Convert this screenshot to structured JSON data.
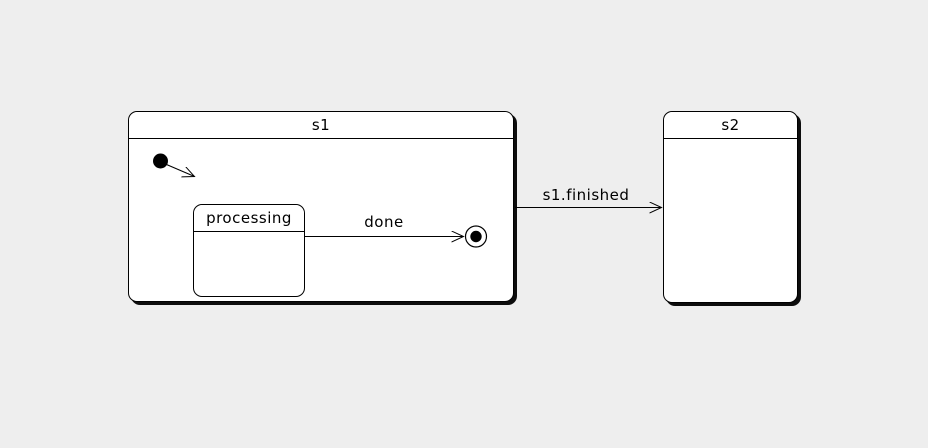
{
  "canvas": {
    "background_color": "#eeeeee"
  },
  "diagram": {
    "type": "uml-state-machine",
    "states": {
      "s1": {
        "label": "s1",
        "kind": "composite"
      },
      "processing": {
        "label": "processing",
        "kind": "simple",
        "parent": "s1"
      },
      "s2": {
        "label": "s2",
        "kind": "simple"
      }
    },
    "pseudostates": {
      "initial": {
        "kind": "initial",
        "parent": "s1"
      },
      "final": {
        "kind": "final",
        "parent": "s1"
      }
    },
    "transitions": {
      "initial_to_processing": {
        "from": "initial",
        "to": "processing",
        "label": ""
      },
      "processing_to_final": {
        "from": "processing",
        "to": "final",
        "label": "done"
      },
      "s1_to_s2": {
        "from": "s1",
        "to": "s2",
        "label": "s1.finished"
      }
    },
    "colors": {
      "state_fill": "#ffffff",
      "stroke": "#000000",
      "shadow": "#0d0d0d",
      "text": "#000000",
      "background": "#eeeeee"
    }
  }
}
